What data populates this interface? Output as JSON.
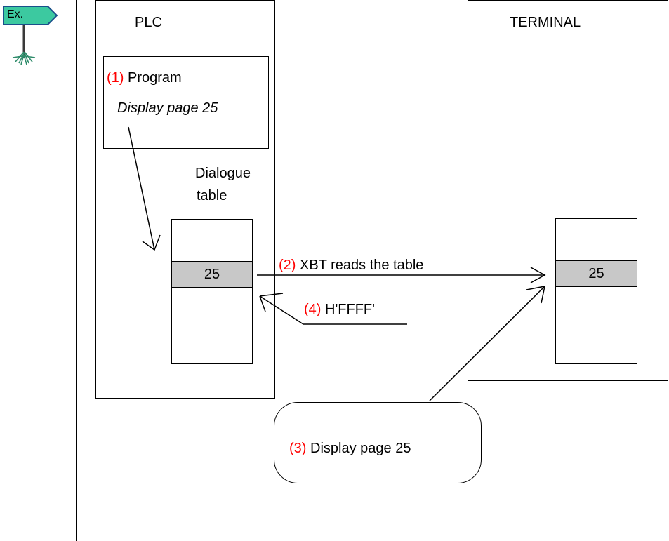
{
  "sign": {
    "label": "Ex."
  },
  "plc": {
    "title": "PLC"
  },
  "terminal": {
    "title": "TERMINAL"
  },
  "program": {
    "num": "(1)",
    "title": "Program",
    "action": "Display page 25"
  },
  "dialogue_table": {
    "line1": "Dialogue",
    "line2": "table",
    "value": "25"
  },
  "terminal_table": {
    "value": "25"
  },
  "step2": {
    "num": "(2)",
    "text": "XBT reads the table"
  },
  "step4": {
    "num": "(4)",
    "text": "H'FFFF'"
  },
  "step3": {
    "num": "(3)",
    "text": "Display page 25"
  }
}
